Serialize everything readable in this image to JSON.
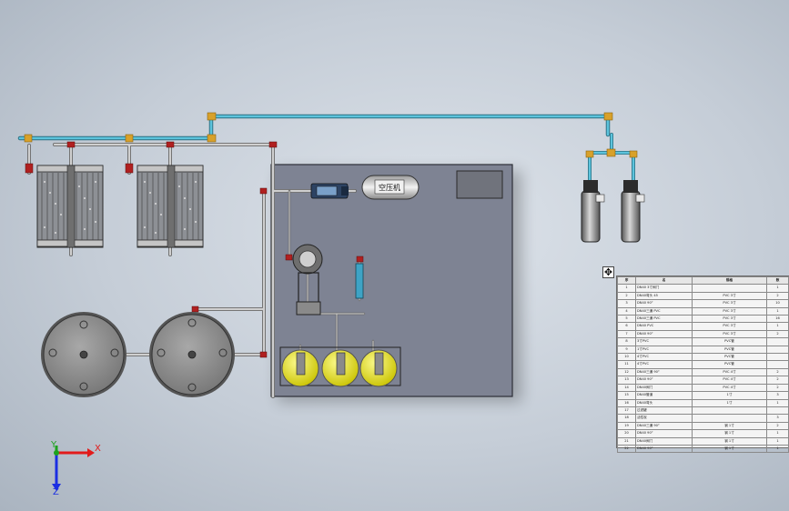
{
  "viewport": {
    "compressor_label": "空压机",
    "axis": {
      "x": "X",
      "y": "Y",
      "z": "Z"
    }
  },
  "bom": {
    "headers": [
      "序",
      "名",
      "规格",
      "数"
    ],
    "rows": [
      [
        "1",
        "DN40 3寸阀门",
        "",
        "1"
      ],
      [
        "2",
        "DN40弯头 45",
        "PVC 3寸",
        "2"
      ],
      [
        "3",
        "DN40 90°",
        "PVC 3寸",
        "10"
      ],
      [
        "4",
        "DN40三通 PVC",
        "PVC 3寸",
        "1"
      ],
      [
        "5",
        "DN40三通 PVC",
        "PVC 3寸",
        "16"
      ],
      [
        "6",
        "DN40 PVC",
        "PVC 3寸",
        "1"
      ],
      [
        "7",
        "DN40 90°",
        "PVC 3寸",
        "2"
      ],
      [
        "8",
        "3寸PVC",
        "PVC管",
        ""
      ],
      [
        "9",
        "1寸PVC",
        "PVC管",
        ""
      ],
      [
        "10",
        "4寸PVC",
        "PVC管",
        ""
      ],
      [
        "11",
        "4寸PVC",
        "PVC管",
        ""
      ],
      [
        "12",
        "DN40三通 90°",
        "PVC 4寸",
        "2"
      ],
      [
        "13",
        "DN40 90°",
        "PVC 4寸",
        "2"
      ],
      [
        "14",
        "DN40阀门",
        "PVC 4寸",
        "2"
      ],
      [
        "15",
        "DN40管道",
        "1寸",
        "3"
      ],
      [
        "16",
        "DN40弯头",
        "1寸",
        "1"
      ],
      [
        "17",
        "过滤罐",
        "",
        ""
      ],
      [
        "18",
        "活性炭",
        "",
        "3"
      ],
      [
        "19",
        "DN40三通 90°",
        "钢 1寸",
        "2"
      ],
      [
        "20",
        "DN40 90°",
        "钢 1寸",
        "1"
      ],
      [
        "21",
        "DN40阀门",
        "钢 1寸",
        "1"
      ],
      [
        "22",
        "DN40 90°",
        "钢 1寸",
        "1"
      ]
    ]
  },
  "colors": {
    "pipe_cyan": "#3fa9c2",
    "pipe_grey": "#a8a8a8",
    "fitting_orange": "#d8a12a",
    "valve_red": "#b02020",
    "panel_grey": "#7e8393",
    "tank_yellow": "#e6e020"
  }
}
